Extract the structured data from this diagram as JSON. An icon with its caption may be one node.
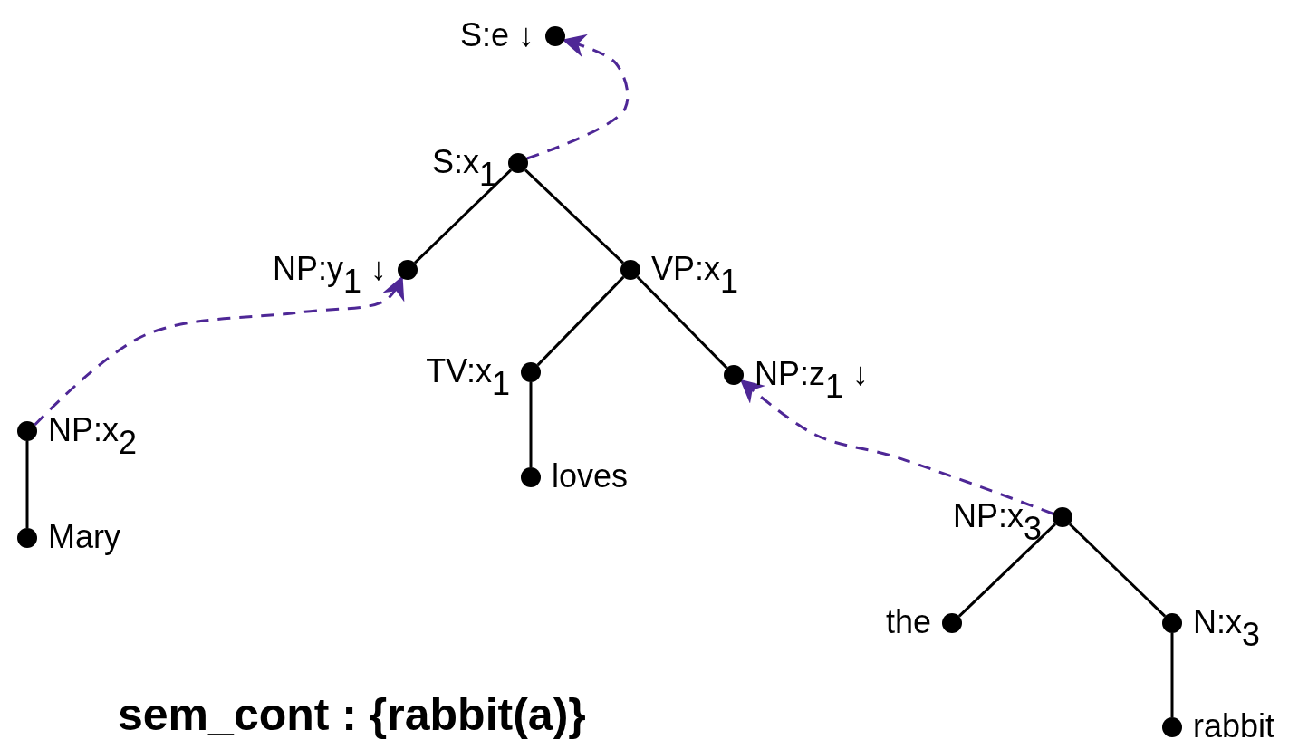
{
  "diagram": {
    "nodes": [
      {
        "text": [
          "S:e ↓"
        ]
      },
      {
        "text": [
          "S:x$_{1}$"
        ]
      },
      {
        "text": [
          "NP:y$_{1}$ ↓"
        ]
      },
      {
        "text": [
          "VP:x$_{1}$"
        ]
      },
      {
        "text": [
          "TV:x$_{1}$"
        ]
      },
      {
        "text": [
          "NP:z$_{1}$ ↓"
        ]
      },
      {
        "text": [
          "NP:x$_{2}$"
        ]
      },
      {
        "text": [
          "loves"
        ]
      },
      {
        "text": [
          "Mary"
        ]
      },
      {
        "text": [
          "NP:x$_{3}$"
        ]
      },
      {
        "text": [
          "the"
        ]
      },
      {
        "text": [
          "N:x$_{3}$"
        ]
      },
      {
        "text": [
          "rabbit"
        ]
      }
    ],
    "edges": [
      {
        "from": 1,
        "to": 2,
        "arrow": "none"
      },
      {
        "from": 1,
        "to": 3,
        "arrow": "none"
      },
      {
        "from": 3,
        "to": 4,
        "arrow": "none"
      },
      {
        "from": 3,
        "to": 5,
        "arrow": "none"
      },
      {
        "from": 4,
        "to": 7,
        "arrow": "none"
      },
      {
        "from": 6,
        "to": 8,
        "arrow": "none"
      },
      {
        "from": 9,
        "to": 10,
        "arrow": "none"
      },
      {
        "from": 9,
        "to": 11,
        "arrow": "none"
      },
      {
        "from": 11,
        "to": 12,
        "arrow": "none"
      },
      {
        "from": 1,
        "to": 0,
        "arrow": "to",
        "style": "dashed",
        "color": "#4e2796"
      },
      {
        "from": 6,
        "to": 2,
        "arrow": "to",
        "style": "dashed",
        "color": "#4e2796"
      },
      {
        "from": 9,
        "to": 5,
        "arrow": "to",
        "style": "dashed",
        "color": "#4e2796"
      }
    ],
    "labels": [
      "sem_cont : {rabbit(a)}"
    ]
  }
}
